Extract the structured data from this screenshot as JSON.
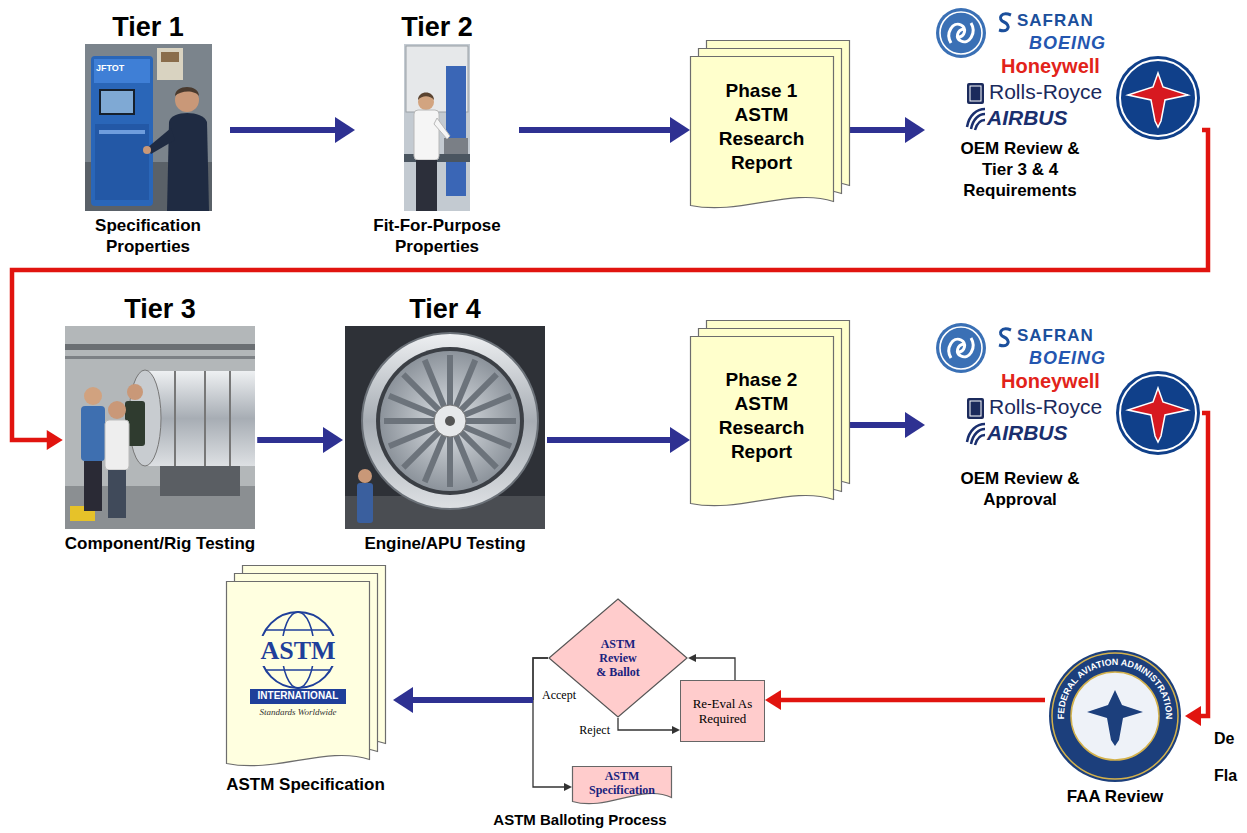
{
  "diagram": {
    "nodes": [
      {
        "text": [
          "Tier 1",
          "Specification Properties"
        ]
      },
      {
        "text": [
          "Tier 2",
          "Fit-For-Purpose Properties"
        ]
      },
      {
        "text": [
          "Phase 1 ASTM Research Report"
        ]
      },
      {
        "text": [
          "OEM Review & Tier 3 & 4 Requirements"
        ]
      },
      {
        "text": [
          "Tier 3",
          "Component/Rig Testing"
        ]
      },
      {
        "text": [
          "Tier 4",
          "Engine/APU Testing"
        ]
      },
      {
        "text": [
          "Phase 2 ASTM Research Report"
        ]
      },
      {
        "text": [
          "OEM Review & Approval"
        ]
      },
      {
        "text": [
          "FAA Review"
        ]
      },
      {
        "text": [
          "ASTM Review & Ballot"
        ]
      },
      {
        "text": [
          "Re-Eval As Required"
        ]
      },
      {
        "text": [
          "ASTM Specification"
        ]
      },
      {
        "text": [
          "ASTM Specification"
        ]
      }
    ],
    "edges": [
      {
        "from": 0,
        "to": 1,
        "arrow": "to"
      },
      {
        "from": 1,
        "to": 2,
        "arrow": "to"
      },
      {
        "from": 2,
        "to": 3,
        "arrow": "to"
      },
      {
        "from": 3,
        "to": 4,
        "arrow": "to"
      },
      {
        "from": 4,
        "to": 5,
        "arrow": "to"
      },
      {
        "from": 5,
        "to": 6,
        "arrow": "to"
      },
      {
        "from": 6,
        "to": 7,
        "arrow": "to"
      },
      {
        "from": 7,
        "to": 8,
        "arrow": "to"
      },
      {
        "from": 8,
        "to": 10,
        "arrow": "to"
      },
      {
        "from": 9,
        "to": 10,
        "label": "Reject",
        "arrow": "to"
      },
      {
        "from": 10,
        "to": 9,
        "arrow": "to"
      },
      {
        "from": 9,
        "to": 11,
        "label": "Accept",
        "arrow": "to"
      },
      {
        "from": 9,
        "to": 12,
        "arrow": "to"
      }
    ],
    "labels": [
      "JFTOT",
      "SAFRAN",
      "BOEING",
      "Honeywell",
      "Rolls-Royce",
      "AIRBUS",
      "SAFRAN",
      "BOEING",
      "Honeywell",
      "Rolls-Royce",
      "AIRBUS",
      "FEDERAL AVIATION ADMINISTRATION",
      "ASTM Balloting Process",
      "ASTM",
      "INTERNATIONAL",
      "Standards Worldwide",
      "De",
      "Fla"
    ]
  }
}
